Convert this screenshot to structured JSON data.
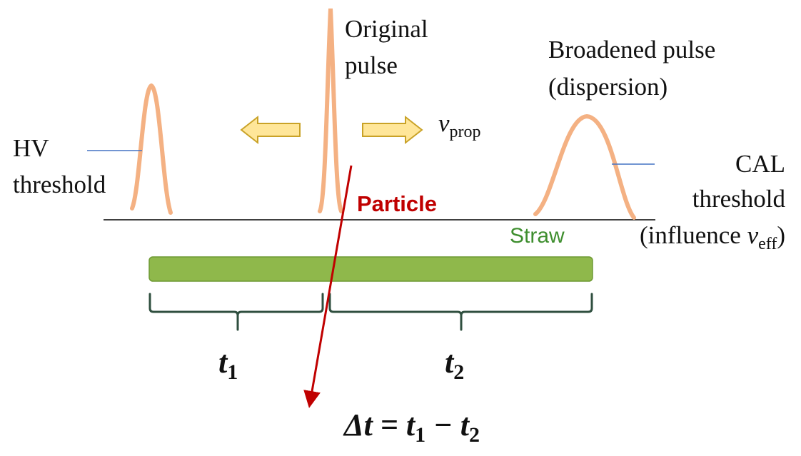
{
  "labels": {
    "original_pulse_line1": "Original",
    "original_pulse_line2": "pulse",
    "broadened_line1": "Broadened  pulse",
    "broadened_line2": "(dispersion)",
    "hv_line1": "HV",
    "hv_line2": "threshold",
    "cal_line1": "CAL",
    "cal_line2": "threshold",
    "cal_line3_prefix": "(influence ",
    "cal_line3_var": "v",
    "cal_line3_sub": "eff",
    "cal_line3_suffix": ")",
    "vprop_var": "v",
    "vprop_sub": "prop",
    "particle": "Particle",
    "straw": "Straw",
    "t1_var": "t",
    "t1_sub": "1",
    "t2_var": "t",
    "t2_sub": "2",
    "formula_lhs": "Δt = t",
    "formula_sub1": "1",
    "formula_mid": " − t",
    "formula_sub2": "2"
  },
  "colors": {
    "pulse": "#f4b183",
    "arrow_fill": "#ffe699",
    "arrow_stroke": "#c9a227",
    "straw": "#8fb84b",
    "straw_stroke": "#6f9a34",
    "straw_text": "#3e8e2e",
    "particle": "#c00000",
    "brace": "#2f4f3f",
    "threshold": "#4472c4",
    "text": "#111111"
  }
}
